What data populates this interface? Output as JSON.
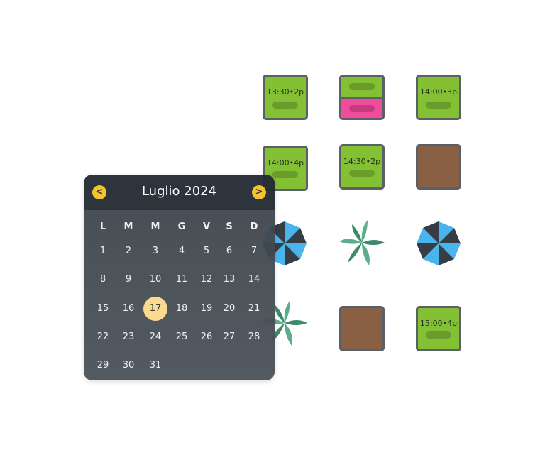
{
  "tiles": [
    {
      "type": "green",
      "time": "13:30•2p"
    },
    {
      "type": "split"
    },
    {
      "type": "green",
      "time": "14:00•3p"
    },
    {
      "type": "green",
      "time": "14:00•4p"
    },
    {
      "type": "green",
      "time": "14:30•2p"
    },
    {
      "type": "brown"
    },
    {
      "type": "brown"
    },
    {
      "type": "green",
      "time": "15:00•4p"
    }
  ],
  "calendar": {
    "title": "Luglio 2024",
    "prev_icon": "chevron-left-icon",
    "next_icon": "chevron-right-icon",
    "weekdays": [
      "L",
      "M",
      "M",
      "G",
      "V",
      "S",
      "D"
    ],
    "days": [
      "1",
      "2",
      "3",
      "4",
      "5",
      "6",
      "7",
      "8",
      "9",
      "10",
      "11",
      "12",
      "13",
      "14",
      "15",
      "16",
      "17",
      "18",
      "19",
      "20",
      "21",
      "22",
      "23",
      "24",
      "25",
      "26",
      "27",
      "28",
      "29",
      "30",
      "31"
    ],
    "selected": "17",
    "accent": "#f5c024"
  }
}
